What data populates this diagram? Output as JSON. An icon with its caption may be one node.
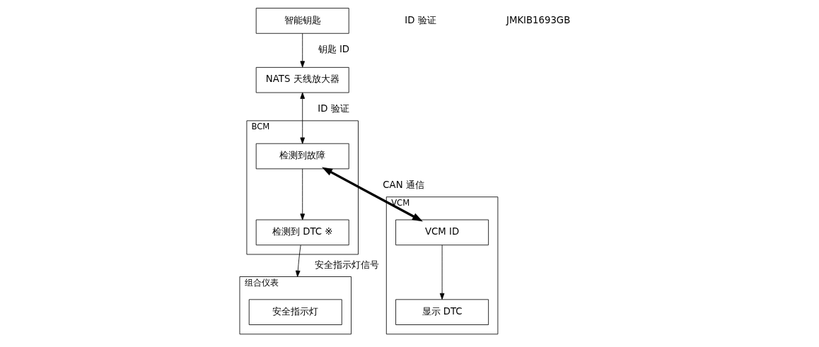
{
  "diagram": {
    "nodes": [
      {
        "text": [
          "智能钥匙"
        ]
      },
      {
        "text": [
          "NATS 天线放大器"
        ]
      },
      {
        "text": [
          "BCM"
        ]
      },
      {
        "text": [
          "检测到故障"
        ],
        "in": 2
      },
      {
        "text": [
          "检测到 DTC ※"
        ],
        "in": 2
      },
      {
        "text": [
          "VCM"
        ]
      },
      {
        "text": [
          "VCM ID"
        ],
        "in": 5
      },
      {
        "text": [
          "显示 DTC"
        ],
        "in": 5
      },
      {
        "text": [
          "组合仪表"
        ]
      },
      {
        "text": [
          "安全指示灯"
        ],
        "in": 8
      }
    ],
    "edges": [
      {
        "from": 0,
        "to": 1,
        "arrow": "to",
        "label": "钥匙 ID"
      },
      {
        "from": 1,
        "to": 3,
        "arrow": "both",
        "label": "ID 验证"
      },
      {
        "from": 3,
        "to": 6,
        "arrow": "both",
        "label": "CAN 通信",
        "style": "thick"
      },
      {
        "from": 3,
        "to": 4,
        "arrow": "to"
      },
      {
        "from": 6,
        "to": 7,
        "arrow": "to"
      },
      {
        "from": 4,
        "to": 8,
        "arrow": "to",
        "label": "安全指示灯信号"
      }
    ],
    "labels": [
      "ID 验证",
      "JMKIB1693GB"
    ]
  }
}
